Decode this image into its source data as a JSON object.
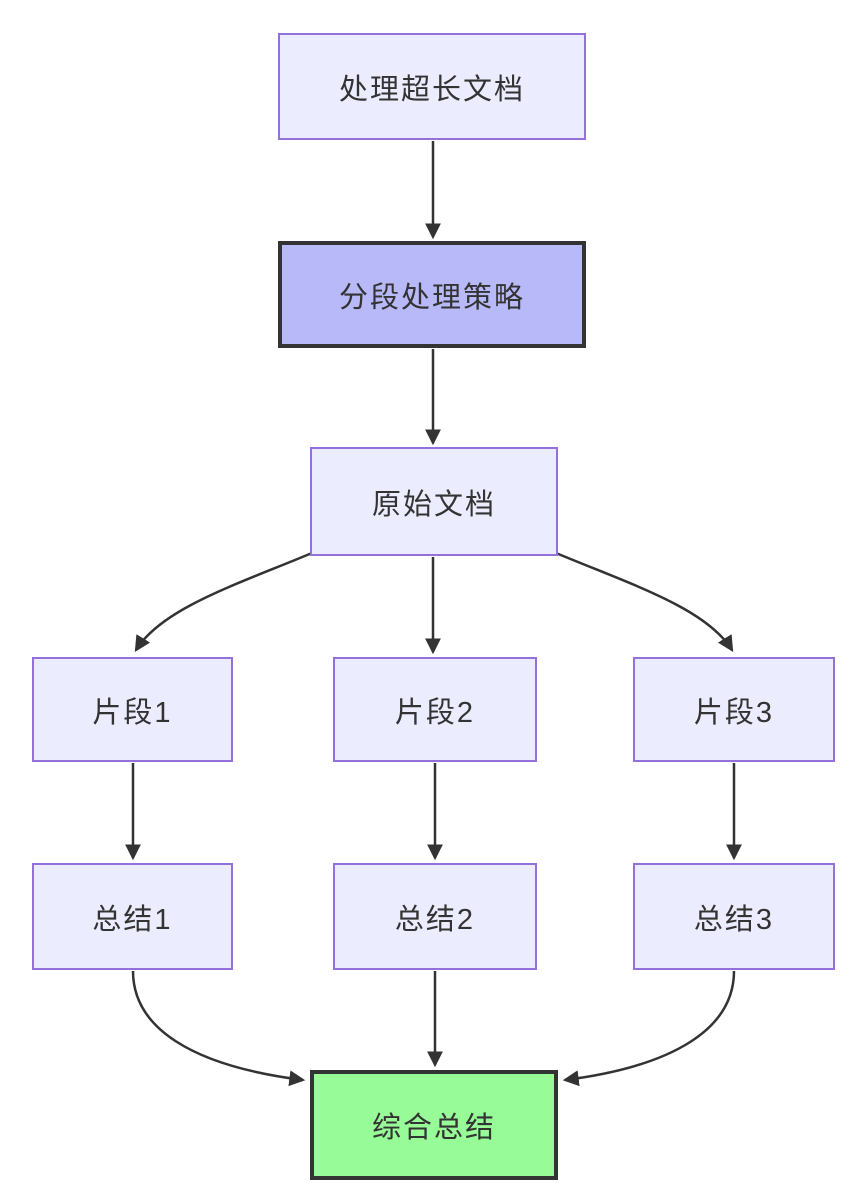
{
  "diagram": {
    "type": "flowchart",
    "direction": "top-down",
    "background": "#ffffff",
    "nodes": [
      {
        "id": "A",
        "label": "处理超长文档",
        "role": "default"
      },
      {
        "id": "B",
        "label": "分段处理策略",
        "role": "highlight"
      },
      {
        "id": "C",
        "label": "原始文档",
        "role": "default"
      },
      {
        "id": "D1",
        "label": "片段1",
        "role": "default"
      },
      {
        "id": "D2",
        "label": "片段2",
        "role": "default"
      },
      {
        "id": "D3",
        "label": "片段3",
        "role": "default"
      },
      {
        "id": "E1",
        "label": "总结1",
        "role": "default"
      },
      {
        "id": "E2",
        "label": "总结2",
        "role": "default"
      },
      {
        "id": "E3",
        "label": "总结3",
        "role": "default"
      },
      {
        "id": "F",
        "label": "综合总结",
        "role": "success"
      }
    ],
    "edges": [
      {
        "from": "A",
        "to": "B"
      },
      {
        "from": "B",
        "to": "C"
      },
      {
        "from": "C",
        "to": "D1"
      },
      {
        "from": "C",
        "to": "D2"
      },
      {
        "from": "C",
        "to": "D3"
      },
      {
        "from": "D1",
        "to": "E1"
      },
      {
        "from": "D2",
        "to": "E2"
      },
      {
        "from": "D3",
        "to": "E3"
      },
      {
        "from": "E1",
        "to": "F"
      },
      {
        "from": "E2",
        "to": "F"
      },
      {
        "from": "E3",
        "to": "F"
      }
    ],
    "colors": {
      "node_fill": "#ececff",
      "node_border": "#9370db",
      "highlight_fill": "#b8b9f8",
      "highlight_border": "#333333",
      "success_fill": "#97fb97",
      "success_border": "#333333",
      "edge": "#333333",
      "text": "#333333"
    }
  }
}
